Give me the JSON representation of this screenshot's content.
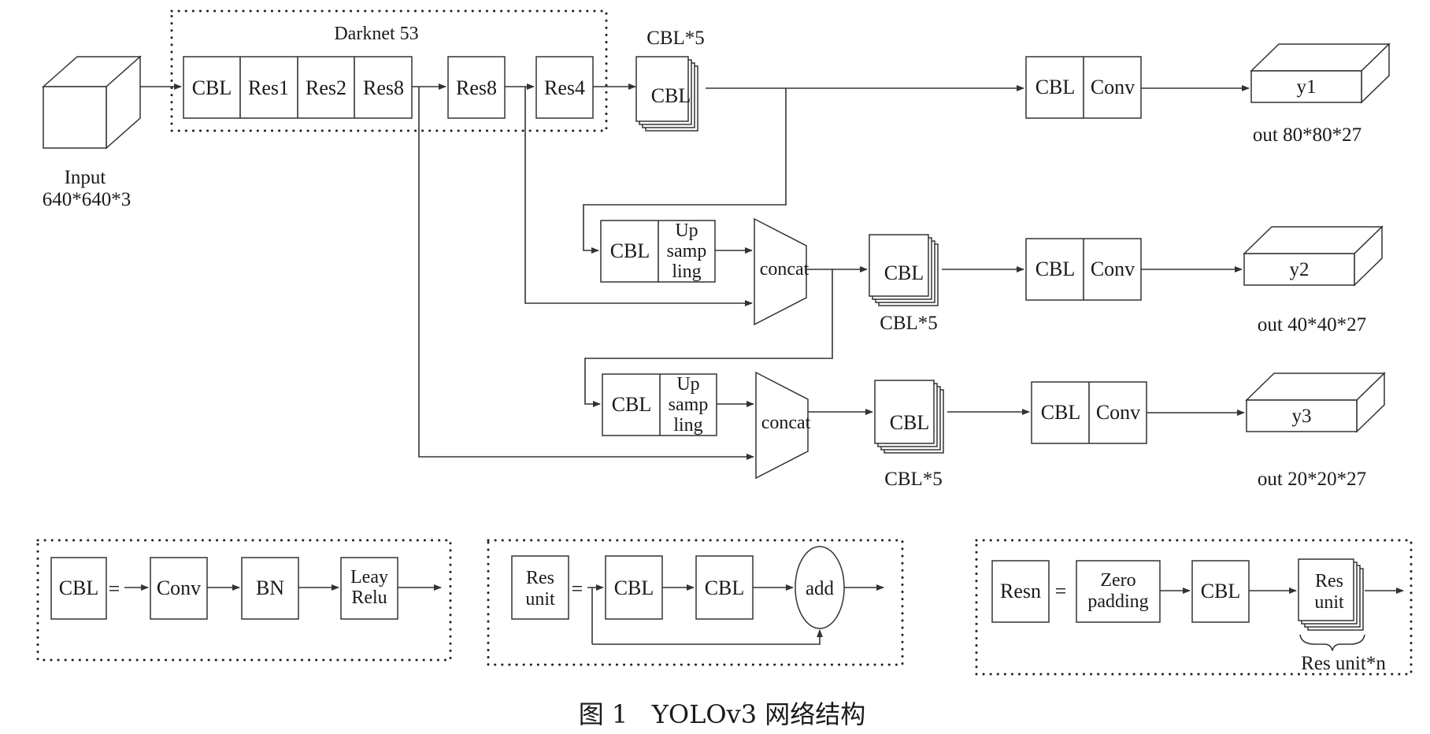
{
  "diagram": {
    "backbone_label": "Darknet 53",
    "backbone_blocks": [
      "CBL",
      "Res1",
      "Res2",
      "Res8"
    ],
    "res8_label": "Res8",
    "res4_label": "Res4",
    "input_label": "Input",
    "input_size": "640*640*3",
    "cbl5_label": "CBL*5",
    "cbl_label": "CBL",
    "conv_label": "Conv",
    "upsample_lines": [
      "Up",
      "samp",
      "ling"
    ],
    "concat_label": "concat",
    "outputs": [
      {
        "name": "y1",
        "size": "out 80*80*27"
      },
      {
        "name": "y2",
        "size": "out 40*40*27"
      },
      {
        "name": "y3",
        "size": "out 20*20*27"
      }
    ],
    "legend_cbl": {
      "lhs": "CBL",
      "eq": "=",
      "blocks": [
        "Conv",
        "BN"
      ],
      "act_lines": [
        "Leay",
        "Relu"
      ]
    },
    "legend_res_unit": {
      "lhs_lines": [
        "Res",
        "unit"
      ],
      "eq": "=",
      "blocks": [
        "CBL",
        "CBL"
      ],
      "add": "add"
    },
    "legend_resn": {
      "lhs": "Resn",
      "eq": "=",
      "pad_lines": [
        "Zero",
        "padding"
      ],
      "cbl": "CBL",
      "unit_lines": [
        "Res",
        "unit"
      ],
      "brace_label": "Res unit*n"
    },
    "caption": "图 1   YOLOv3 网络结构",
    "colors": {
      "stroke": "#333333",
      "text": "#1a1a1a",
      "background": "#ffffff"
    }
  }
}
